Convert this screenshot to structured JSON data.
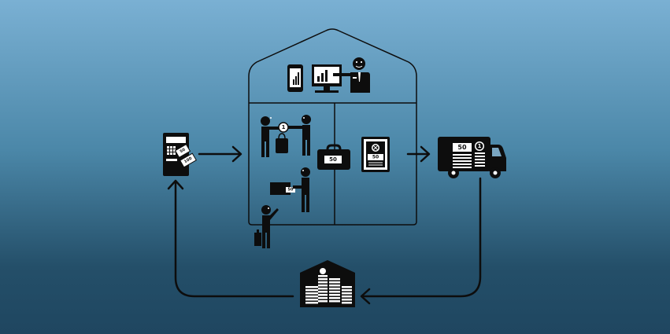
{
  "colors": {
    "background_top": "#7ab0d3",
    "background_bottom": "#1f4660",
    "ink": "#0d0d0d",
    "paper": "#ffffff"
  },
  "icons": {
    "atm": "atm-machine-icon",
    "bank": "bank-branch-house-icon",
    "truck": "cash-truck-icon",
    "vault": "cash-center-vault-icon",
    "safe": "safe-icon",
    "bag": "money-bag-icon",
    "phone": "smartphone-icon",
    "monitor": "monitor-chart-icon",
    "presenter": "presenter-person-icon",
    "customer": "customer-with-luggage-icon"
  },
  "labels": {
    "atm_note_top": "50",
    "atm_note_bottom": "100",
    "bag_note": "50",
    "safe_note": "50",
    "truck_note": "50",
    "truck_coin": "1",
    "teller_coin": "1",
    "handover_note": "50"
  }
}
